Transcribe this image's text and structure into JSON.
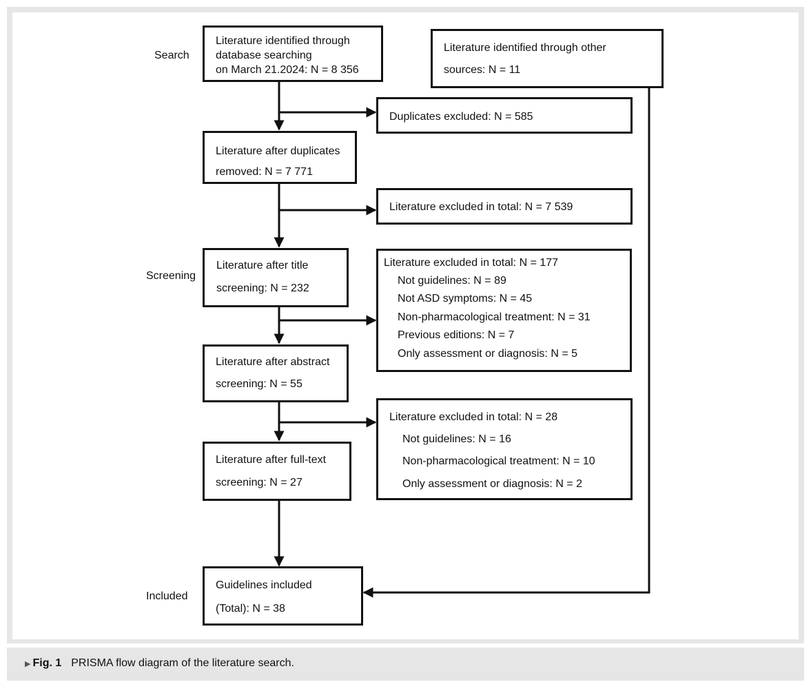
{
  "stages": {
    "search": "Search",
    "screening": "Screening",
    "included": "Included"
  },
  "boxes": {
    "db_search": [
      "Literature identified through",
      "database searching",
      "on March 21.2024: N = 8 356"
    ],
    "other_sources": [
      "Literature identified through other",
      "sources: N = 11"
    ],
    "duplicates_excluded": [
      "Duplicates excluded: N = 585"
    ],
    "after_duplicates": [
      "Literature after duplicates",
      "removed: N = 7 771"
    ],
    "excluded_1": [
      "Literature excluded in total: N = 7 539"
    ],
    "after_title": [
      "Literature after title",
      "screening: N = 232"
    ],
    "excluded_2": {
      "title": "Literature excluded in total: N = 177",
      "items": [
        "Not guidelines: N = 89",
        "Not ASD symptoms: N = 45",
        "Non-pharmacological treatment: N = 31",
        "Previous editions: N = 7",
        "Only assessment or diagnosis: N = 5"
      ]
    },
    "after_abstract": [
      "Literature after abstract",
      "screening: N = 55"
    ],
    "excluded_3": {
      "title": "Literature excluded in total: N = 28",
      "items": [
        "Not guidelines: N = 16",
        "Non-pharmacological treatment: N = 10",
        "Only assessment or diagnosis: N = 2"
      ]
    },
    "after_fulltext": [
      "Literature after full-text",
      "screening: N = 27"
    ],
    "included": [
      "Guidelines included",
      "(Total): N = 38"
    ]
  },
  "caption": {
    "label": "Fig. 1",
    "text": "PRISMA flow diagram of the literature search."
  }
}
